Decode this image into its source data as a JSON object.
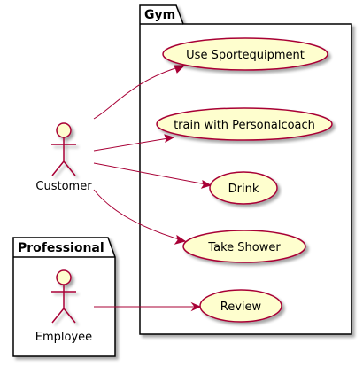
{
  "packages": {
    "gym": {
      "label": "Gym"
    },
    "professional": {
      "label": "Professional"
    }
  },
  "actors": {
    "customer": {
      "label": "Customer"
    },
    "employee": {
      "label": "Employee"
    }
  },
  "usecases": [
    {
      "id": "use-sportequipment",
      "label": "Use Sportequipment"
    },
    {
      "id": "train-personalcoach",
      "label": "train with Personalcoach"
    },
    {
      "id": "drink",
      "label": "Drink"
    },
    {
      "id": "take-shower",
      "label": "Take Shower"
    },
    {
      "id": "review",
      "label": "Review"
    }
  ],
  "associations": [
    {
      "from": "Customer",
      "to": "Use Sportequipment"
    },
    {
      "from": "Customer",
      "to": "train with Personalcoach"
    },
    {
      "from": "Customer",
      "to": "Drink"
    },
    {
      "from": "Customer",
      "to": "Take Shower"
    },
    {
      "from": "Employee",
      "to": "Review"
    }
  ],
  "colors": {
    "usecase_fill": "#FEFECE",
    "stroke": "#A80036",
    "package_border": "#000000",
    "background": "#FFFFFF"
  }
}
